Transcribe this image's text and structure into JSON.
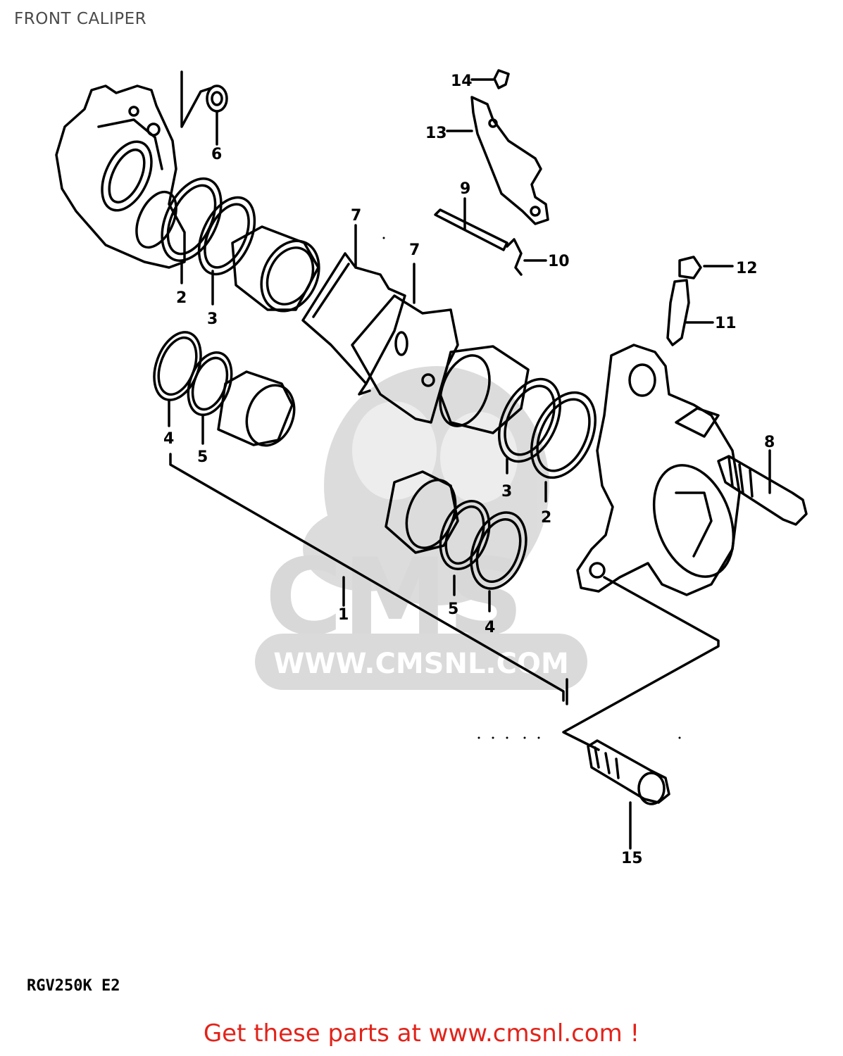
{
  "header": {
    "title": "FRONT CALIPER"
  },
  "watermark": {
    "logo_text": "CMS",
    "url_text": "WWW.CMSNL.COM"
  },
  "callouts": [
    "1",
    "2",
    "2",
    "3",
    "3",
    "4",
    "4",
    "5",
    "5",
    "6",
    "7",
    "7",
    "8",
    "9",
    "10",
    "11",
    "12",
    "13",
    "14",
    "15"
  ],
  "labels": {
    "p1": "1",
    "p2a": "2",
    "p2b": "2",
    "p3a": "3",
    "p3b": "3",
    "p4a": "4",
    "p4b": "4",
    "p5a": "5",
    "p5b": "5",
    "p6": "6",
    "p7a": "7",
    "p7b": "7",
    "p8": "8",
    "p9": "9",
    "p10": "10",
    "p11": "11",
    "p12": "12",
    "p13": "13",
    "p14": "14",
    "p15": "15"
  },
  "footer": {
    "model_code": "RGV250K E2",
    "cta_link": "Get these parts at www.cmsnl.com !"
  },
  "colors": {
    "line": "#000000",
    "watermark": "#d8d8d8",
    "cta": "#e2231a"
  }
}
